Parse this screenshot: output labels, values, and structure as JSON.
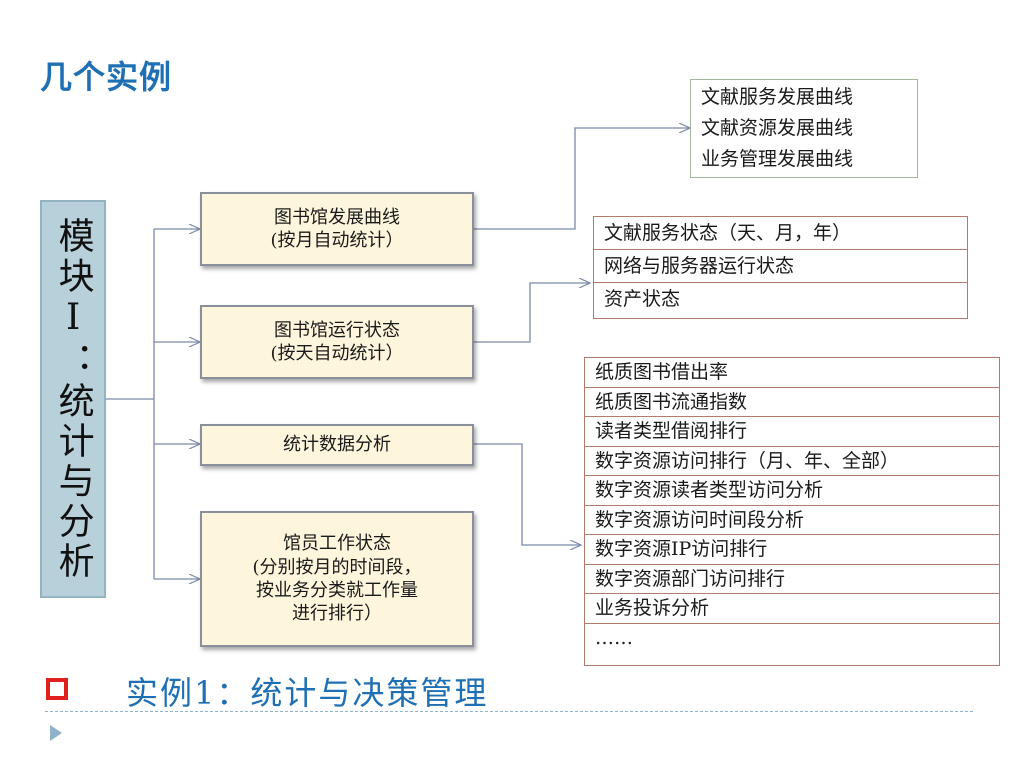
{
  "title": "几个实例",
  "module": {
    "label": "模块I：统计与分析"
  },
  "branches": [
    {
      "line1": "图书馆发展曲线",
      "line2": "(按月自动统计）"
    },
    {
      "line1": "图书馆运行状态",
      "line2": "(按天自动统计）"
    },
    {
      "line1": "统计数据分析"
    },
    {
      "line1": "馆员工作状态",
      "line2": "(分别按月的时间段，",
      "line3": "按业务分类就工作量",
      "line4": "进行排行）"
    }
  ],
  "curves": [
    "文献服务发展曲线",
    "文献资源发展曲线",
    "业务管理发展曲线"
  ],
  "status": [
    "文献服务状态（天、月，年）",
    "网络与服务器运行状态",
    "资产状态"
  ],
  "analysis": [
    "纸质图书借出率",
    "纸质图书流通指数",
    "读者类型借阅排行",
    "数字资源访问排行（月、年、全部）",
    "数字资源读者类型访问分析",
    "数字资源访问时间段分析",
    "数字资源IP访问排行",
    "数字资源部门访问排行",
    "业务投诉分析",
    "……"
  ],
  "footer": {
    "title": "实例1：统计与决策管理"
  },
  "colors": {
    "title": "#1f6fb5",
    "module_fill": "#b7d0da",
    "branch_fill": "#fdf5dc",
    "connector": "#7b8aa8",
    "table_border": "#b57a6c",
    "marker": "#e0201c"
  }
}
